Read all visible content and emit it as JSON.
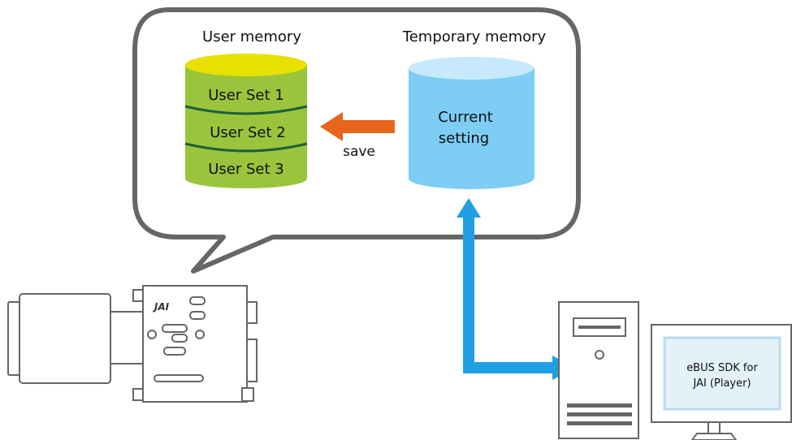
{
  "user_memory": {
    "title": "User memory",
    "sets": [
      "User Set 1",
      "User Set 2",
      "User Set 3"
    ]
  },
  "temporary_memory": {
    "title": "Temporary memory",
    "content_line1": "Current",
    "content_line2": "setting"
  },
  "save_arrow": {
    "label": "save"
  },
  "camera": {
    "logo": "JAI"
  },
  "monitor": {
    "screen_line1": "eBUS SDK for",
    "screen_line2": "JAI (Player)"
  },
  "colors": {
    "bubble_border": "#666666",
    "user_cyl_body": "#99c43c",
    "user_cyl_top": "#e8e000",
    "user_cyl_band": "#1b5e3a",
    "temp_cyl_body": "#7dcdf4",
    "temp_cyl_top": "#c6e9fb",
    "save_arrow": "#e8651e",
    "link_arrow": "#1fa0e3"
  }
}
